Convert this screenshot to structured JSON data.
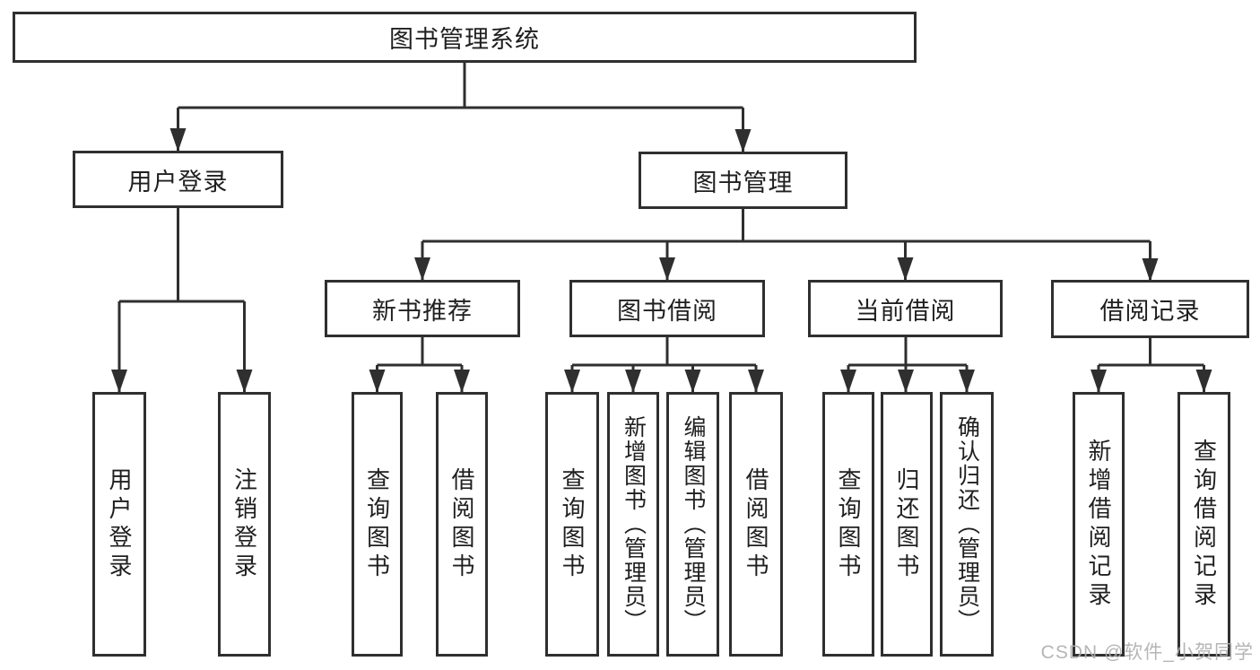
{
  "diagram": {
    "root": {
      "label": "图书管理系统",
      "children": [
        {
          "label": "用户登录",
          "children": [
            {
              "label": "用户登录"
            },
            {
              "label": "注销登录"
            }
          ]
        },
        {
          "label": "图书管理",
          "children": [
            {
              "label": "新书推荐",
              "children": [
                {
                  "label": "查询图书"
                },
                {
                  "label": "借阅图书"
                }
              ]
            },
            {
              "label": "图书借阅",
              "children": [
                {
                  "label": "查询图书"
                },
                {
                  "label": "新增图书（管理员）"
                },
                {
                  "label": "编辑图书（管理员）"
                },
                {
                  "label": "借阅图书"
                }
              ]
            },
            {
              "label": "当前借阅",
              "children": [
                {
                  "label": "查询图书"
                },
                {
                  "label": "归还图书"
                },
                {
                  "label": "确认归还（管理员）"
                }
              ]
            },
            {
              "label": "借阅记录",
              "children": [
                {
                  "label": "新增借阅记录"
                },
                {
                  "label": "查询借阅记录"
                }
              ]
            }
          ]
        }
      ]
    }
  },
  "watermark": {
    "text": "CSDN @软件_小贺同学"
  },
  "colors": {
    "line": "#2f2f2f",
    "text": "#1f1f1f",
    "background": "#ffffff",
    "watermark": "#aeaeae"
  }
}
